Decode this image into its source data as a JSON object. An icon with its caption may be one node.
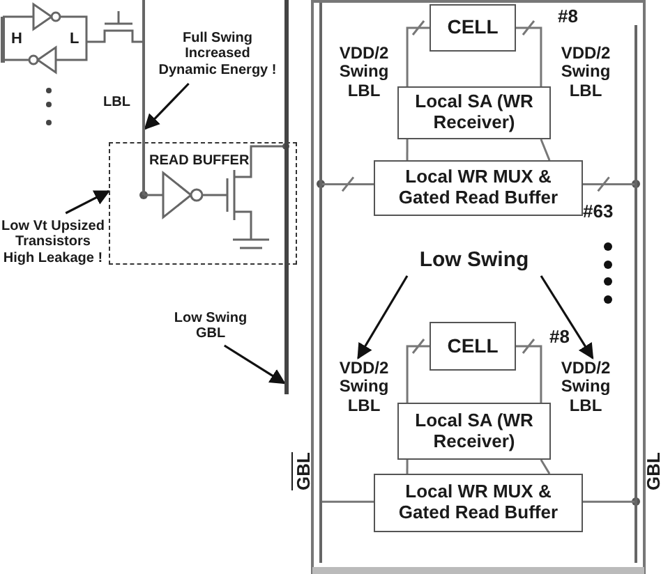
{
  "diagram": {
    "nodes": [
      {
        "text": [
          "Full Swing Increased Dynamic Energy !"
        ]
      },
      {
        "text": [
          "READ BUFFER"
        ]
      },
      {
        "text": [
          "Low Vt Upsized Transistors High Leakage !"
        ]
      },
      {
        "text": [
          "Low Swing GBL"
        ]
      },
      {
        "text": [
          "CELL"
        ]
      },
      {
        "text": [
          "VDD/2 Swing LBL"
        ]
      },
      {
        "text": [
          "VDD/2 Swing LBL"
        ]
      },
      {
        "text": [
          "Local SA (WR Receiver)"
        ]
      },
      {
        "text": [
          "Local WR MUX & Gated Read Buffer"
        ]
      },
      {
        "text": [
          "Low Swing"
        ]
      },
      {
        "text": [
          "CELL"
        ]
      },
      {
        "text": [
          "VDD/2 Swing LBL"
        ]
      },
      {
        "text": [
          "VDD/2 Swing LBL"
        ]
      },
      {
        "text": [
          "Local SA (WR Receiver)"
        ]
      },
      {
        "text": [
          "Local WR MUX & Gated Read Buffer"
        ]
      },
      {
        "text": [],
        "shape": "bar"
      },
      {
        "text": [],
        "shape": "bar"
      },
      {
        "text": [],
        "shape": "bar"
      },
      {
        "text": [],
        "shape": "bar"
      }
    ],
    "edges": [
      {
        "from": 0,
        "to": 15,
        "arrow": "to",
        "color": "#111111"
      },
      {
        "from": 2,
        "to": 1,
        "arrow": "to",
        "color": "#111111"
      },
      {
        "from": 3,
        "to": 16,
        "arrow": "to",
        "color": "#111111"
      },
      {
        "from": 9,
        "to": 11,
        "arrow": "to",
        "color": "#111111"
      },
      {
        "from": 9,
        "to": 12,
        "arrow": "to",
        "color": "#111111"
      },
      {
        "from": 4,
        "to": 7,
        "arrow": "none"
      },
      {
        "from": 4,
        "to": 7,
        "arrow": "none"
      },
      {
        "from": 7,
        "to": 8,
        "arrow": "none"
      },
      {
        "from": 7,
        "to": 8,
        "arrow": "none"
      },
      {
        "from": 10,
        "to": 13,
        "arrow": "none"
      },
      {
        "from": 10,
        "to": 13,
        "arrow": "none"
      },
      {
        "from": 13,
        "to": 14,
        "arrow": "none"
      },
      {
        "from": 13,
        "to": 14,
        "arrow": "none"
      },
      {
        "from": 8,
        "to": 17,
        "arrow": "none"
      },
      {
        "from": 8,
        "to": 18,
        "arrow": "none"
      },
      {
        "from": 14,
        "to": 17,
        "arrow": "none"
      },
      {
        "from": 14,
        "to": 18,
        "arrow": "none"
      }
    ],
    "labels": [
      "H",
      "L",
      "LBL",
      "#8",
      "#63",
      "#8",
      "GBL",
      "GBL"
    ]
  }
}
